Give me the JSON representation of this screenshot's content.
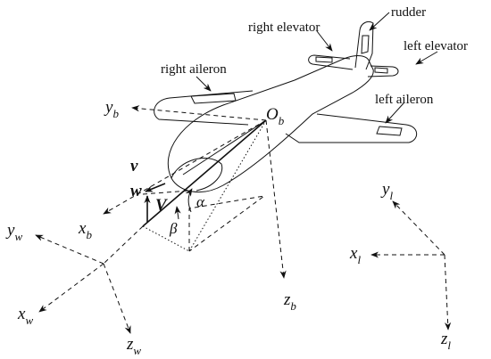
{
  "labels": {
    "rudder": "rudder",
    "right_elevator": "right elevator",
    "left_elevator": "left elevator",
    "right_aileron": "right aileron",
    "left_aileron": "left aileron"
  },
  "symbols": {
    "origin": "O",
    "origin_sub": "b",
    "y_b": "y",
    "y_b_sub": "b",
    "x_b": "x",
    "x_b_sub": "b",
    "z_b": "z",
    "z_b_sub": "b",
    "v": "v",
    "w": "w",
    "V": "V",
    "alpha": "α",
    "beta": "β",
    "y_w": "y",
    "y_w_sub": "w",
    "x_w": "x",
    "x_w_sub": "w",
    "z_w": "z",
    "z_w_sub": "w",
    "y_l": "y",
    "y_l_sub": "l",
    "x_l": "x",
    "x_l_sub": "l",
    "z_l": "z",
    "z_l_sub": "l"
  }
}
